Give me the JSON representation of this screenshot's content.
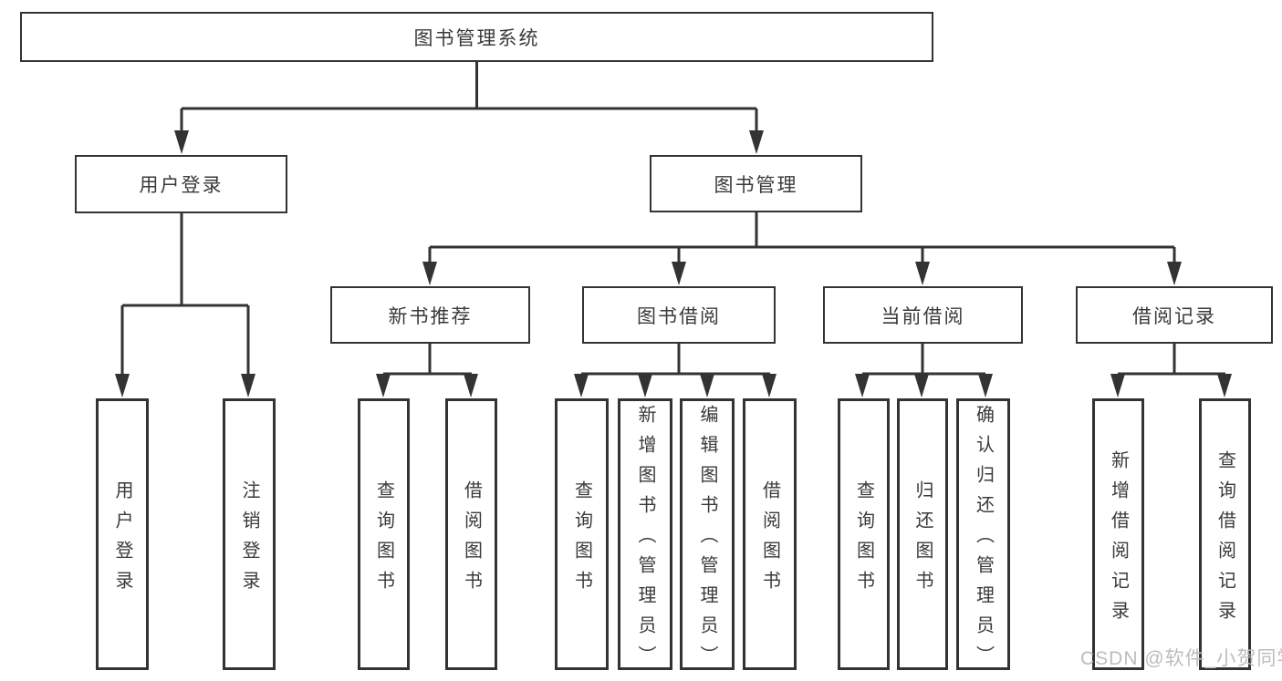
{
  "diagram": {
    "title": "图书管理系统",
    "root": {
      "label": "图书管理系统"
    },
    "level2": [
      {
        "label": "用户登录"
      },
      {
        "label": "图书管理"
      }
    ],
    "level3": [
      {
        "label": "新书推荐"
      },
      {
        "label": "图书借阅"
      },
      {
        "label": "当前借阅"
      },
      {
        "label": "借阅记录"
      }
    ],
    "leaves": {
      "user_login": [
        "用户登录",
        "注销登录"
      ],
      "new_book_recommend": [
        "查询图书",
        "借阅图书"
      ],
      "book_borrow": [
        "查询图书",
        "新增图书（管理员）",
        "编辑图书（管理员）",
        "借阅图书"
      ],
      "current_borrow": [
        "查询图书",
        "归还图书",
        "确认归还（管理员）"
      ],
      "borrow_records": [
        "新增借阅记录",
        "查询借阅记录"
      ]
    },
    "colors": {
      "line": "#333333",
      "text": "#3a3a3a",
      "box_background": "#ffffff",
      "watermark": "#bcbcbc"
    }
  },
  "watermark": {
    "text": "CSDN @软件_小贺同学"
  }
}
